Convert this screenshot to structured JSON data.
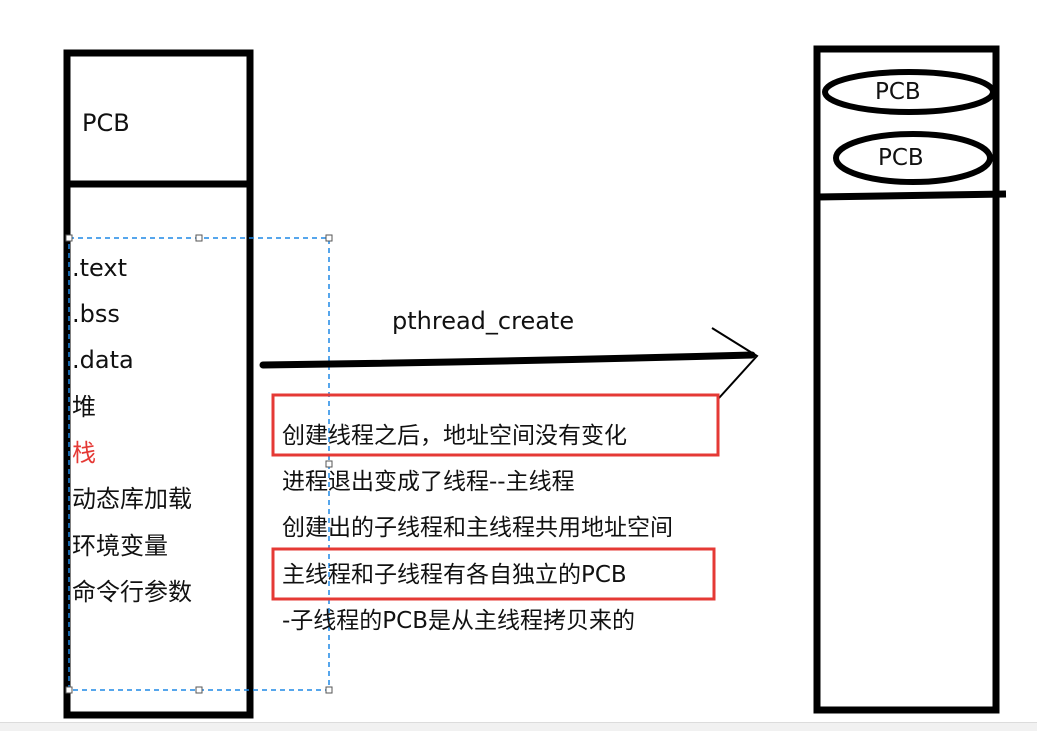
{
  "process_block": {
    "header_label": "PCB",
    "segments": [
      ".text",
      ".bss",
      ".data",
      "堆",
      "栈",
      "动态库加载",
      "环境变量",
      "命令行参数"
    ]
  },
  "arrow": {
    "label": "pthread_create"
  },
  "notes": [
    "创建线程之后，地址空间没有变化",
    "进程退出变成了线程--主线程",
    "创建出的子线程和主线程共用地址空间",
    "主线程和子线程有各自独立的PCB",
    "-子线程的PCB是从主线程拷贝来的"
  ],
  "thread_block": {
    "pcb_labels": [
      "PCB",
      "PCB"
    ]
  },
  "colors": {
    "stroke": "#000000",
    "highlight_box": "#e53935",
    "stack_text": "#e53935",
    "selection": "#1e88e5"
  }
}
